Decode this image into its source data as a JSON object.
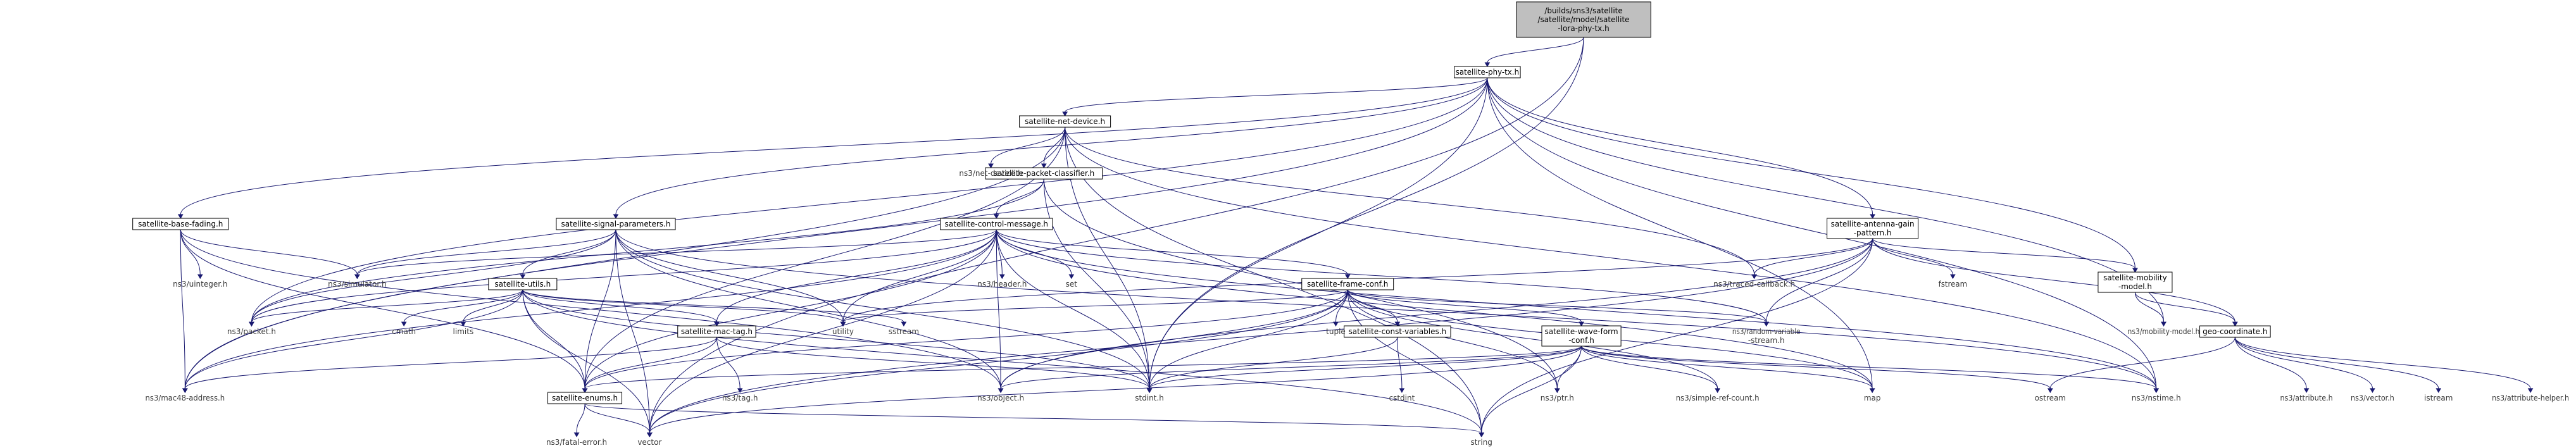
{
  "diagram": {
    "type": "include-dependency-graph",
    "nodes": [
      {
        "id": "root",
        "label": "/builds/sns3/satellite/satellite/model/satellite-lora-phy-tx.h",
        "lines": [
          "/builds/sns3/satellite",
          "/satellite/model/satellite",
          "-lora-phy-tx.h"
        ],
        "kind": "root"
      },
      {
        "id": "phytx",
        "label": "satellite-phy-tx.h",
        "lines": [
          "satellite-phy-tx.h"
        ],
        "kind": "header"
      },
      {
        "id": "netdev",
        "label": "satellite-net-device.h",
        "lines": [
          "satellite-net-device.h"
        ],
        "kind": "header"
      },
      {
        "id": "pktclass",
        "label": "satellite-packet-classifier.h",
        "lines": [
          "satellite-packet-classifier.h"
        ],
        "kind": "header"
      },
      {
        "id": "basefading",
        "label": "satellite-base-fading.h",
        "lines": [
          "satellite-base-fading.h"
        ],
        "kind": "header"
      },
      {
        "id": "signal",
        "label": "satellite-signal-parameters.h",
        "lines": [
          "satellite-signal-parameters.h"
        ],
        "kind": "header"
      },
      {
        "id": "ctrlmsg",
        "label": "satellite-control-message.h",
        "lines": [
          "satellite-control-message.h"
        ],
        "kind": "header"
      },
      {
        "id": "antenna",
        "label": "satellite-antenna-gain-pattern.h",
        "lines": [
          "satellite-antenna-gain",
          "-pattern.h"
        ],
        "kind": "header"
      },
      {
        "id": "mobility",
        "label": "satellite-mobility-model.h",
        "lines": [
          "satellite-mobility",
          "-model.h"
        ],
        "kind": "header"
      },
      {
        "id": "utils",
        "label": "satellite-utils.h",
        "lines": [
          "satellite-utils.h"
        ],
        "kind": "header"
      },
      {
        "id": "frameconf",
        "label": "satellite-frame-conf.h",
        "lines": [
          "satellite-frame-conf.h"
        ],
        "kind": "header"
      },
      {
        "id": "mactag",
        "label": "satellite-mac-tag.h",
        "lines": [
          "satellite-mac-tag.h"
        ],
        "kind": "header"
      },
      {
        "id": "constvars",
        "label": "satellite-const-variables.h",
        "lines": [
          "satellite-const-variables.h"
        ],
        "kind": "header"
      },
      {
        "id": "waveform",
        "label": "satellite-wave-form-conf.h",
        "lines": [
          "satellite-wave-form",
          "-conf.h"
        ],
        "kind": "header"
      },
      {
        "id": "enums",
        "label": "satellite-enums.h",
        "lines": [
          "satellite-enums.h"
        ],
        "kind": "header"
      },
      {
        "id": "geo",
        "label": "geo-coordinate.h",
        "lines": [
          "geo-coordinate.h"
        ],
        "kind": "header"
      },
      {
        "id": "ns3netdev",
        "label": "ns3/net-device.h",
        "lines": [
          "ns3/net-device.h"
        ],
        "kind": "system"
      },
      {
        "id": "simulator",
        "label": "ns3/simulator.h",
        "lines": [
          "ns3/simulator.h"
        ],
        "kind": "system"
      },
      {
        "id": "uinteger",
        "label": "ns3/uinteger.h",
        "lines": [
          "ns3/uinteger.h"
        ],
        "kind": "system"
      },
      {
        "id": "packet",
        "label": "ns3/packet.h",
        "lines": [
          "ns3/packet.h"
        ],
        "kind": "system"
      },
      {
        "id": "mac48",
        "label": "ns3/mac48-address.h",
        "lines": [
          "ns3/mac48-address.h"
        ],
        "kind": "system"
      },
      {
        "id": "cmath",
        "label": "cmath",
        "lines": [
          "cmath"
        ],
        "kind": "system"
      },
      {
        "id": "limits",
        "label": "limits",
        "lines": [
          "limits"
        ],
        "kind": "system"
      },
      {
        "id": "utility",
        "label": "utility",
        "lines": [
          "utility"
        ],
        "kind": "system"
      },
      {
        "id": "sstream",
        "label": "sstream",
        "lines": [
          "sstream"
        ],
        "kind": "system"
      },
      {
        "id": "header",
        "label": "ns3/header.h",
        "lines": [
          "ns3/header.h"
        ],
        "kind": "system"
      },
      {
        "id": "set",
        "label": "set",
        "lines": [
          "set"
        ],
        "kind": "system"
      },
      {
        "id": "tag",
        "label": "ns3/tag.h",
        "lines": [
          "ns3/tag.h"
        ],
        "kind": "system"
      },
      {
        "id": "tuple",
        "label": "tuple",
        "lines": [
          "tuple"
        ],
        "kind": "system"
      },
      {
        "id": "cstdint",
        "label": "cstdint",
        "lines": [
          "cstdint"
        ],
        "kind": "system"
      },
      {
        "id": "tracedcb",
        "label": "ns3/traced-callback.h",
        "lines": [
          "ns3/traced-callback.h"
        ],
        "kind": "system"
      },
      {
        "id": "fstream",
        "label": "fstream",
        "lines": [
          "fstream"
        ],
        "kind": "system"
      },
      {
        "id": "randvar",
        "label": "ns3/random-variable-stream.h",
        "lines": [
          "ns3/random-variable",
          "-stream.h"
        ],
        "kind": "system"
      },
      {
        "id": "mobmodel",
        "label": "ns3/mobility-model.h",
        "lines": [
          "ns3/mobility-model.h"
        ],
        "kind": "system"
      },
      {
        "id": "object",
        "label": "ns3/object.h",
        "lines": [
          "ns3/object.h"
        ],
        "kind": "system"
      },
      {
        "id": "stdint",
        "label": "stdint.h",
        "lines": [
          "stdint.h"
        ],
        "kind": "system"
      },
      {
        "id": "ptr",
        "label": "ns3/ptr.h",
        "lines": [
          "ns3/ptr.h"
        ],
        "kind": "system"
      },
      {
        "id": "simplerc",
        "label": "ns3/simple-ref-count.h",
        "lines": [
          "ns3/simple-ref-count.h"
        ],
        "kind": "system"
      },
      {
        "id": "map",
        "label": "map",
        "lines": [
          "map"
        ],
        "kind": "system"
      },
      {
        "id": "ostream",
        "label": "ostream",
        "lines": [
          "ostream"
        ],
        "kind": "system"
      },
      {
        "id": "nstime",
        "label": "ns3/nstime.h",
        "lines": [
          "ns3/nstime.h"
        ],
        "kind": "system"
      },
      {
        "id": "attribute",
        "label": "ns3/attribute.h",
        "lines": [
          "ns3/attribute.h"
        ],
        "kind": "system"
      },
      {
        "id": "vectorh",
        "label": "ns3/vector.h",
        "lines": [
          "ns3/vector.h"
        ],
        "kind": "system"
      },
      {
        "id": "istream",
        "label": "istream",
        "lines": [
          "istream"
        ],
        "kind": "system"
      },
      {
        "id": "attrhelper",
        "label": "ns3/attribute-helper.h",
        "lines": [
          "ns3/attribute-helper.h"
        ],
        "kind": "system"
      },
      {
        "id": "fatalerr",
        "label": "ns3/fatal-error.h",
        "lines": [
          "ns3/fatal-error.h"
        ],
        "kind": "system"
      },
      {
        "id": "vector",
        "label": "vector",
        "lines": [
          "vector"
        ],
        "kind": "system"
      },
      {
        "id": "string",
        "label": "string",
        "lines": [
          "string"
        ],
        "kind": "system"
      }
    ],
    "edges": [
      [
        "root",
        "phytx"
      ],
      [
        "root",
        "stdint"
      ],
      [
        "root",
        "vector"
      ],
      [
        "phytx",
        "netdev"
      ],
      [
        "phytx",
        "signal"
      ],
      [
        "phytx",
        "antenna"
      ],
      [
        "phytx",
        "mobility"
      ],
      [
        "phytx",
        "basefading"
      ],
      [
        "phytx",
        "mac48"
      ],
      [
        "phytx",
        "packet"
      ],
      [
        "phytx",
        "nstime"
      ],
      [
        "phytx",
        "stdint"
      ],
      [
        "phytx",
        "map"
      ],
      [
        "phytx",
        "mobmodel"
      ],
      [
        "netdev",
        "pktclass"
      ],
      [
        "netdev",
        "ns3netdev"
      ],
      [
        "netdev",
        "tracedcb"
      ],
      [
        "netdev",
        "nstime"
      ],
      [
        "netdev",
        "stdint"
      ],
      [
        "netdev",
        "mac48"
      ],
      [
        "netdev",
        "enums"
      ],
      [
        "netdev",
        "string"
      ],
      [
        "pktclass",
        "ctrlmsg"
      ],
      [
        "pktclass",
        "stdint"
      ],
      [
        "pktclass",
        "ptr"
      ],
      [
        "pktclass",
        "packet"
      ],
      [
        "basefading",
        "simulator"
      ],
      [
        "basefading",
        "uinteger"
      ],
      [
        "basefading",
        "mac48"
      ],
      [
        "basefading",
        "enums"
      ],
      [
        "basefading",
        "object"
      ],
      [
        "signal",
        "utils"
      ],
      [
        "signal",
        "enums"
      ],
      [
        "signal",
        "packet"
      ],
      [
        "signal",
        "utility"
      ],
      [
        "signal",
        "object"
      ],
      [
        "signal",
        "stdint"
      ],
      [
        "signal",
        "simulator"
      ],
      [
        "signal",
        "nstime"
      ],
      [
        "signal",
        "vector"
      ],
      [
        "ctrlmsg",
        "frameconf"
      ],
      [
        "ctrlmsg",
        "mactag"
      ],
      [
        "ctrlmsg",
        "enums"
      ],
      [
        "ctrlmsg",
        "header"
      ],
      [
        "ctrlmsg",
        "set"
      ],
      [
        "ctrlmsg",
        "utility"
      ],
      [
        "ctrlmsg",
        "simulator"
      ],
      [
        "ctrlmsg",
        "packet"
      ],
      [
        "ctrlmsg",
        "object"
      ],
      [
        "ctrlmsg",
        "stdint"
      ],
      [
        "ctrlmsg",
        "map"
      ],
      [
        "ctrlmsg",
        "mac48"
      ],
      [
        "ctrlmsg",
        "randvar"
      ],
      [
        "ctrlmsg",
        "vector"
      ],
      [
        "ctrlmsg",
        "nstime"
      ],
      [
        "antenna",
        "mobility"
      ],
      [
        "antenna",
        "geo"
      ],
      [
        "antenna",
        "fstream"
      ],
      [
        "antenna",
        "tracedcb"
      ],
      [
        "antenna",
        "randvar"
      ],
      [
        "antenna",
        "utility"
      ],
      [
        "antenna",
        "vector"
      ],
      [
        "antenna",
        "string"
      ],
      [
        "antenna",
        "object"
      ],
      [
        "mobility",
        "mobmodel"
      ],
      [
        "mobility",
        "geo"
      ],
      [
        "utils",
        "enums"
      ],
      [
        "utils",
        "mactag"
      ],
      [
        "utils",
        "packet"
      ],
      [
        "utils",
        "mac48"
      ],
      [
        "utils",
        "cmath"
      ],
      [
        "utils",
        "limits"
      ],
      [
        "utils",
        "utility"
      ],
      [
        "utils",
        "sstream"
      ],
      [
        "utils",
        "stdint"
      ],
      [
        "utils",
        "vector"
      ],
      [
        "utils",
        "string"
      ],
      [
        "frameconf",
        "waveform"
      ],
      [
        "frameconf",
        "constvars"
      ],
      [
        "frameconf",
        "enums"
      ],
      [
        "frameconf",
        "randvar"
      ],
      [
        "frameconf",
        "object"
      ],
      [
        "frameconf",
        "ptr"
      ],
      [
        "frameconf",
        "simplerc"
      ],
      [
        "frameconf",
        "map"
      ],
      [
        "frameconf",
        "tuple"
      ],
      [
        "frameconf",
        "stdint"
      ],
      [
        "frameconf",
        "utility"
      ],
      [
        "frameconf",
        "vector"
      ],
      [
        "frameconf",
        "string"
      ],
      [
        "mactag",
        "tag"
      ],
      [
        "mactag",
        "mac48"
      ],
      [
        "mactag",
        "enums"
      ],
      [
        "mactag",
        "stdint"
      ],
      [
        "constvars",
        "cstdint"
      ],
      [
        "constvars",
        "stdint"
      ],
      [
        "waveform",
        "enums"
      ],
      [
        "waveform",
        "object"
      ],
      [
        "waveform",
        "ptr"
      ],
      [
        "waveform",
        "simplerc"
      ],
      [
        "waveform",
        "map"
      ],
      [
        "waveform",
        "ostream"
      ],
      [
        "waveform",
        "nstime"
      ],
      [
        "waveform",
        "stdint"
      ],
      [
        "waveform",
        "vector"
      ],
      [
        "waveform",
        "string"
      ],
      [
        "enums",
        "fatalerr"
      ],
      [
        "enums",
        "vector"
      ],
      [
        "enums",
        "string"
      ],
      [
        "geo",
        "attribute"
      ],
      [
        "geo",
        "vectorh"
      ],
      [
        "geo",
        "istream"
      ],
      [
        "geo",
        "attrhelper"
      ],
      [
        "geo",
        "ostream"
      ]
    ]
  }
}
